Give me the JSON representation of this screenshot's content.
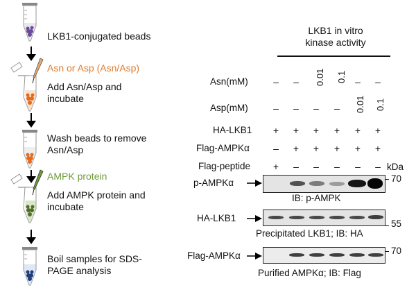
{
  "left_panel": {
    "steps": [
      {
        "text": "LKB1-conjugated beads",
        "color": "#111111"
      },
      {
        "text": "Asn or Asp (Asn/Asp)",
        "color": "#e07a2c"
      },
      {
        "text": "Add Asn/Asp and incubate",
        "lines": [
          "Add Asn/Asp and",
          "incubate"
        ],
        "color": "#111111"
      },
      {
        "text": "Wash beads to remove Asn/Asp",
        "lines": [
          "Wash beads to remove",
          "Asn/Asp"
        ],
        "color": "#111111"
      },
      {
        "text": "AMPK protein",
        "color": "#6f9a3c"
      },
      {
        "text": "Add AMPK protein and incubate",
        "lines": [
          "Add AMPK protein and",
          "incubate"
        ],
        "color": "#111111"
      },
      {
        "text": "Boil samples for SDS-PAGE analysis",
        "lines": [
          "Boil samples for SDS-",
          "PAGE analysis"
        ],
        "color": "#111111"
      }
    ],
    "tubes": [
      {
        "name": "lkb1-beads-tube",
        "bead_color": "#6a4a9a",
        "liquid_color": "#e8e8e8"
      },
      {
        "name": "asn-asp-tube",
        "bead_color": "#e66a1a",
        "liquid_color": "#fbe3d3"
      },
      {
        "name": "wash-tube",
        "bead_color": "#e66a1a",
        "liquid_color": "#eeeeee"
      },
      {
        "name": "ampk-tube",
        "bead_color": "#4f6e2c",
        "liquid_color": "#dbe6c9"
      },
      {
        "name": "boil-tube",
        "bead_color": "#1f3e7a",
        "liquid_color": "#dfe8f4"
      }
    ]
  },
  "right_panel": {
    "title_lines": [
      "LKB1 in vitro",
      "kinase activity"
    ],
    "rows": [
      {
        "label": "Asn(mM)",
        "values": [
          "–",
          "–",
          "0.01",
          "0.1",
          "–",
          "–"
        ]
      },
      {
        "label": "Asp(mM)",
        "values": [
          "–",
          "–",
          "–",
          "–",
          "0.01",
          "0.1"
        ]
      },
      {
        "label": "HA-LKB1",
        "values": [
          "+",
          "+",
          "+",
          "+",
          "+",
          "+"
        ]
      },
      {
        "label": "Flag-AMPKα",
        "values": [
          "–",
          "+",
          "+",
          "+",
          "+",
          "+"
        ]
      },
      {
        "label": "Flag-peptide",
        "values": [
          "+",
          "–",
          "–",
          "–",
          "–",
          "–"
        ]
      }
    ],
    "kda_label": "kDa",
    "blots": [
      {
        "label": "p-AMPKα",
        "caption": "IB: p-AMPK",
        "marker": "70",
        "band_intensity": [
          0,
          0.7,
          0.5,
          0.35,
          0.95,
          1.0
        ]
      },
      {
        "label": "HA-LKB1",
        "caption": "Precipitated LKB1; IB: HA",
        "marker": "55",
        "band_intensity": [
          0.75,
          0.75,
          0.75,
          0.75,
          0.75,
          0.8
        ]
      },
      {
        "label": "Flag-AMPKα",
        "caption": "Purified AMPKα; IB: Flag",
        "marker": "70",
        "band_intensity": [
          0,
          0.8,
          0.8,
          0.8,
          0.8,
          0.8
        ]
      }
    ]
  }
}
